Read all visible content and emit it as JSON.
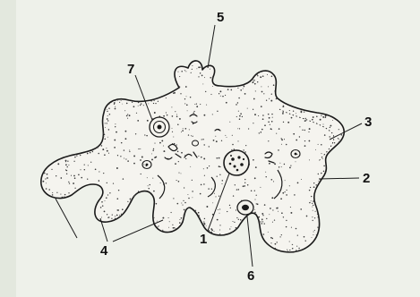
{
  "figure": {
    "labels": {
      "nucleus": "1",
      "ectoplasm": "2",
      "endoplasm": "3",
      "pseudopodia": "4",
      "contractile_pseudopod": "5",
      "food_vacuole": "6",
      "contractile_vacuole": "7"
    },
    "colors": {
      "background": "#eef1ea",
      "left_margin": "#e3e8de",
      "cell_fill": "#f5f4ef",
      "outline": "#1a1a1a",
      "stipple": "#3a3a3a"
    }
  }
}
